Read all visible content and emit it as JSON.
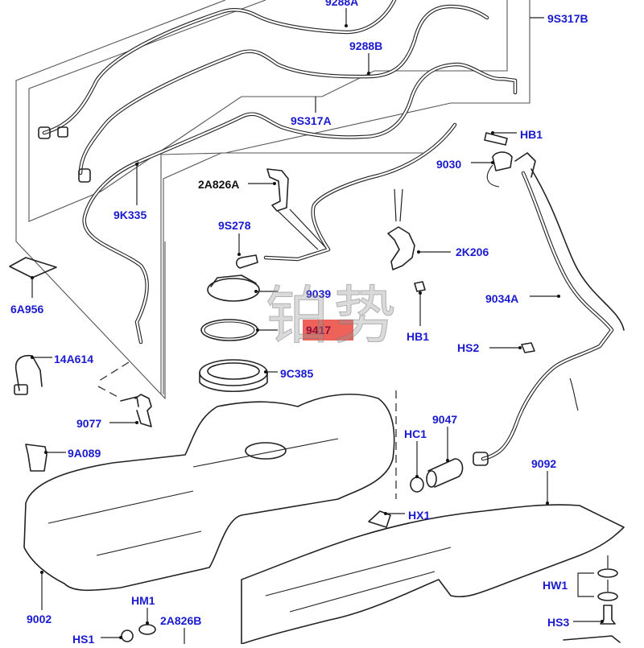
{
  "diagram": {
    "title": "Fuel tank and lines exploded parts diagram",
    "watermark": "铂势",
    "highlight_color": "#eb463c",
    "label_color": "#1a1ad0",
    "labels": {
      "l9288A": "9288A",
      "l9S317B": "9S317B",
      "l9288B": "9288B",
      "l9S317A": "9S317A",
      "lHB1top": "HB1",
      "l9030": "9030",
      "l2A826A": "2A826A",
      "l9K335": "9K335",
      "l9S278": "9S278",
      "l2K206": "2K206",
      "l6A956": "6A956",
      "l9039": "9039",
      "l9034A": "9034A",
      "l9417": "9417",
      "lHB1mid": "HB1",
      "l14A614": "14A614",
      "lHS2": "HS2",
      "l9C385": "9C385",
      "l9077": "9077",
      "l9047": "9047",
      "lHC1": "HC1",
      "l9A089": "9A089",
      "l9092": "9092",
      "lHX1": "HX1",
      "lHW1": "HW1",
      "l9002": "9002",
      "lHM1": "HM1",
      "l2A826B": "2A826B",
      "lHS3": "HS3",
      "lHS1": "HS1"
    }
  }
}
